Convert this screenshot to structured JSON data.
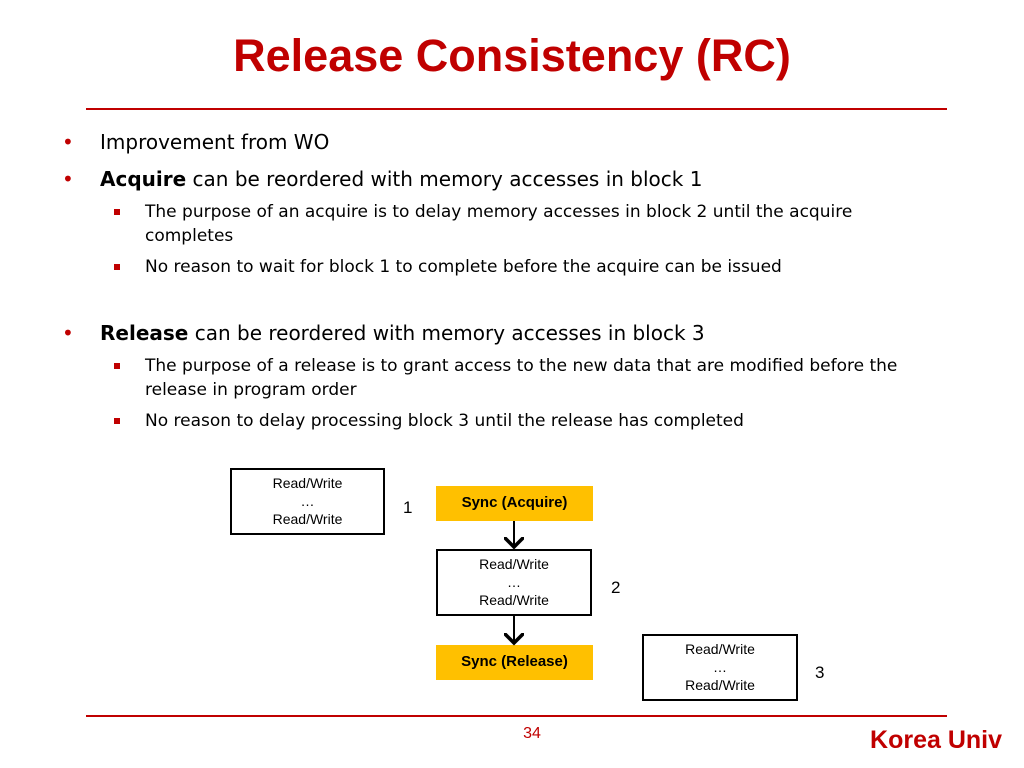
{
  "title": "Release Consistency (RC)",
  "bullets": [
    {
      "bold": "",
      "text": "Improvement from WO"
    },
    {
      "bold": "Acquire",
      "text": " can be reordered with memory accesses in block 1"
    },
    {
      "bold": "Release",
      "text": " can be reordered with memory accesses in block 3"
    }
  ],
  "subbullets": [
    "The purpose of an acquire is to delay memory accesses in block 2 until the acquire completes",
    "No reason to wait for block 1 to complete before the acquire can be issued",
    "The purpose of a release is to grant access to the new data that are modified before the release in program order",
    "No reason to delay processing block 3 until the release has completed"
  ],
  "diagram": {
    "block_line1": "Read/Write",
    "block_line2": "…",
    "block_line3": "Read/Write",
    "sync_acquire": "Sync (Acquire)",
    "sync_release": "Sync (Release)",
    "label1": "1",
    "label2": "2",
    "label3": "3",
    "colors": {
      "sync_fill": "#ffc000",
      "accent": "#c00000"
    }
  },
  "page_number": "34",
  "footer": "Korea Univ"
}
